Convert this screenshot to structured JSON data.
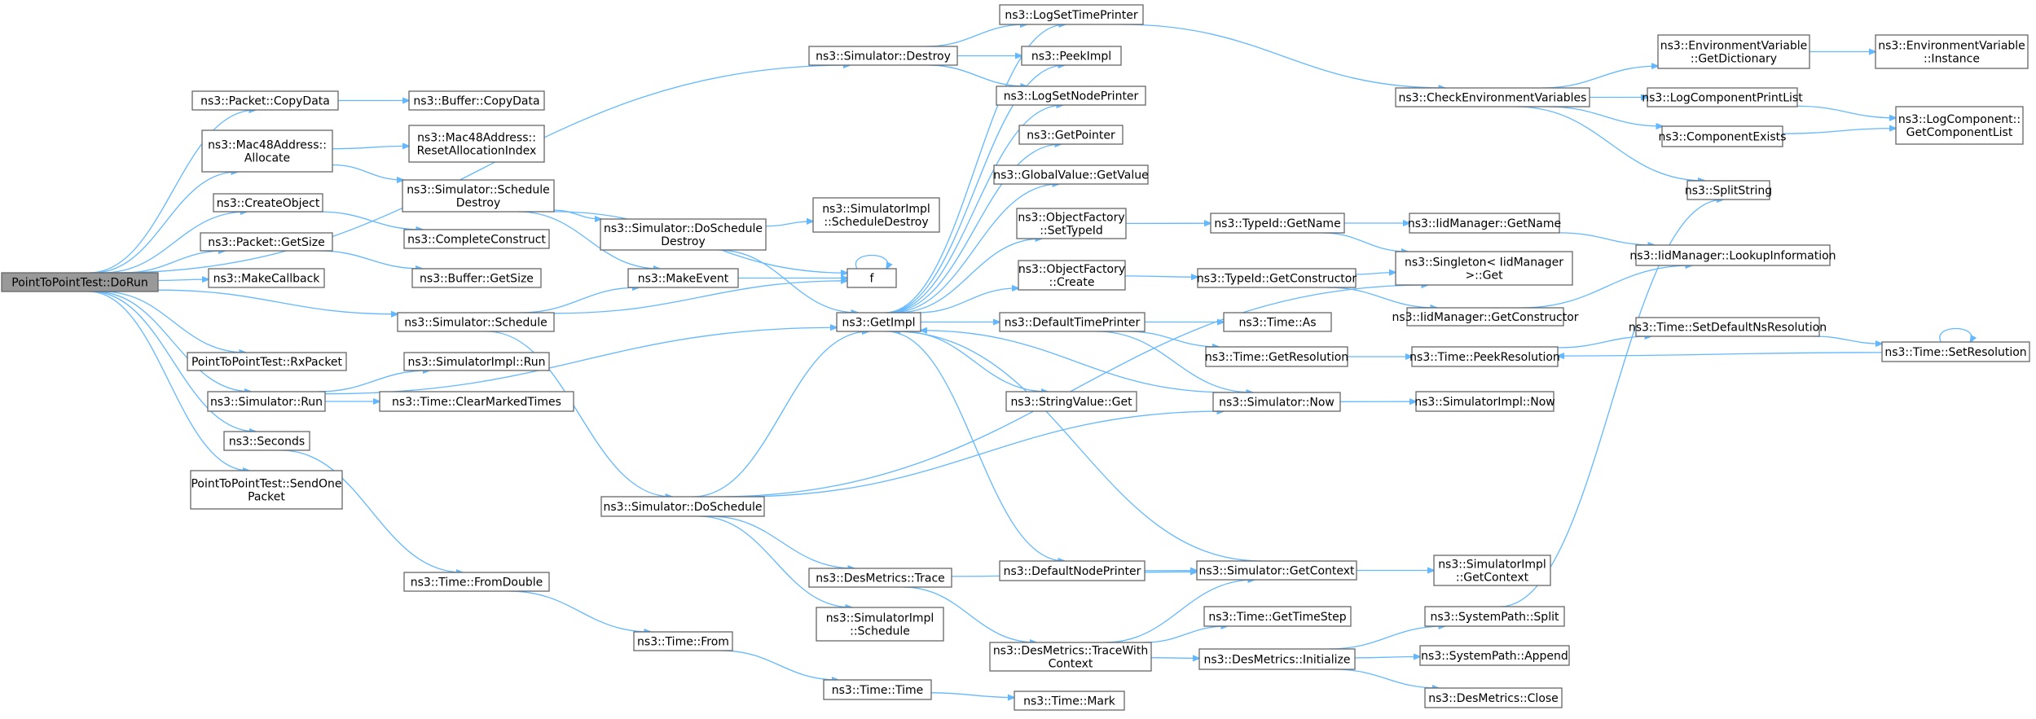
{
  "diagram": {
    "type": "call-graph",
    "colors": {
      "edge": "#63b8ff",
      "node_border": "#666666",
      "root_fill": "#999999",
      "node_fill": "#ffffff"
    },
    "nodes": [
      {
        "id": "dorun",
        "lines": [
          "PointToPointTest::DoRun"
        ],
        "root": true
      },
      {
        "id": "sim_destroy",
        "lines": [
          "ns3::Simulator::Destroy"
        ]
      },
      {
        "id": "pkt_copydata",
        "lines": [
          "ns3::Packet::CopyData"
        ]
      },
      {
        "id": "buf_copydata",
        "lines": [
          "ns3::Buffer::CopyData"
        ]
      },
      {
        "id": "mac_alloc",
        "lines": [
          "ns3::Mac48Address::",
          "Allocate"
        ]
      },
      {
        "id": "mac_reset",
        "lines": [
          "ns3::Mac48Address::",
          "ResetAllocationIndex"
        ]
      },
      {
        "id": "sim_schedule_destroy",
        "lines": [
          "ns3::Simulator::Schedule",
          "Destroy"
        ]
      },
      {
        "id": "sim_doschedule_destroy",
        "lines": [
          "ns3::Simulator::DoSchedule",
          "Destroy"
        ]
      },
      {
        "id": "simimpl_schedule_destroy",
        "lines": [
          "ns3::SimulatorImpl",
          "::ScheduleDestroy"
        ]
      },
      {
        "id": "create_object",
        "lines": [
          "ns3::CreateObject"
        ]
      },
      {
        "id": "complete_construct",
        "lines": [
          "ns3::CompleteConstruct"
        ]
      },
      {
        "id": "pkt_getsize",
        "lines": [
          "ns3::Packet::GetSize"
        ]
      },
      {
        "id": "buf_getsize",
        "lines": [
          "ns3::Buffer::GetSize"
        ]
      },
      {
        "id": "make_callback",
        "lines": [
          "ns3::MakeCallback"
        ]
      },
      {
        "id": "make_event",
        "lines": [
          "ns3::MakeEvent"
        ]
      },
      {
        "id": "f",
        "lines": [
          "f"
        ]
      },
      {
        "id": "sim_schedule",
        "lines": [
          "ns3::Simulator::Schedule"
        ]
      },
      {
        "id": "get_impl",
        "lines": [
          "ns3::GetImpl"
        ]
      },
      {
        "id": "rx_packet",
        "lines": [
          "PointToPointTest::RxPacket"
        ]
      },
      {
        "id": "simimpl_run",
        "lines": [
          "ns3::SimulatorImpl::Run"
        ]
      },
      {
        "id": "sim_run",
        "lines": [
          "ns3::Simulator::Run"
        ]
      },
      {
        "id": "time_clearmarked",
        "lines": [
          "ns3::Time::ClearMarkedTimes"
        ]
      },
      {
        "id": "seconds",
        "lines": [
          "ns3::Seconds"
        ]
      },
      {
        "id": "send_one",
        "lines": [
          "PointToPointTest::SendOne",
          "Packet"
        ]
      },
      {
        "id": "sim_doschedule",
        "lines": [
          "ns3::Simulator::DoSchedule"
        ]
      },
      {
        "id": "time_fromdouble",
        "lines": [
          "ns3::Time::FromDouble"
        ]
      },
      {
        "id": "time_from",
        "lines": [
          "ns3::Time::From"
        ]
      },
      {
        "id": "time_time",
        "lines": [
          "ns3::Time::Time"
        ]
      },
      {
        "id": "time_mark",
        "lines": [
          "ns3::Time::Mark"
        ]
      },
      {
        "id": "des_trace",
        "lines": [
          "ns3::DesMetrics::Trace"
        ]
      },
      {
        "id": "simimpl_schedule",
        "lines": [
          "ns3::SimulatorImpl",
          "::Schedule"
        ]
      },
      {
        "id": "des_tracewith",
        "lines": [
          "ns3::DesMetrics::TraceWith",
          "Context"
        ]
      },
      {
        "id": "log_settime",
        "lines": [
          "ns3::LogSetTimePrinter"
        ]
      },
      {
        "id": "peek_impl",
        "lines": [
          "ns3::PeekImpl"
        ]
      },
      {
        "id": "log_setnode",
        "lines": [
          "ns3::LogSetNodePrinter"
        ]
      },
      {
        "id": "get_pointer",
        "lines": [
          "ns3::GetPointer"
        ]
      },
      {
        "id": "gv_getvalue",
        "lines": [
          "ns3::GlobalValue::GetValue"
        ]
      },
      {
        "id": "of_settypeid",
        "lines": [
          "ns3::ObjectFactory",
          "::SetTypeId"
        ]
      },
      {
        "id": "of_create",
        "lines": [
          "ns3::ObjectFactory",
          "::Create"
        ]
      },
      {
        "id": "default_time_printer",
        "lines": [
          "ns3::DefaultTimePrinter"
        ]
      },
      {
        "id": "stringvalue_get",
        "lines": [
          "ns3::StringValue::Get"
        ]
      },
      {
        "id": "default_node_printer",
        "lines": [
          "ns3::DefaultNodePrinter"
        ]
      },
      {
        "id": "typeid_getname",
        "lines": [
          "ns3::TypeId::GetName"
        ]
      },
      {
        "id": "typeid_getctor",
        "lines": [
          "ns3::TypeId::GetConstructor"
        ]
      },
      {
        "id": "time_as",
        "lines": [
          "ns3::Time::As"
        ]
      },
      {
        "id": "time_getres",
        "lines": [
          "ns3::Time::GetResolution"
        ]
      },
      {
        "id": "sim_now",
        "lines": [
          "ns3::Simulator::Now"
        ]
      },
      {
        "id": "sim_getcontext",
        "lines": [
          "ns3::Simulator::GetContext"
        ]
      },
      {
        "id": "time_gettimestep",
        "lines": [
          "ns3::Time::GetTimeStep"
        ]
      },
      {
        "id": "des_init",
        "lines": [
          "ns3::DesMetrics::Initialize"
        ]
      },
      {
        "id": "check_env",
        "lines": [
          "ns3::CheckEnvironmentVariables"
        ]
      },
      {
        "id": "singleton_get",
        "lines": [
          "ns3::Singleton< IidManager",
          " >::Get"
        ]
      },
      {
        "id": "iid_getname",
        "lines": [
          "ns3::IidManager::GetName"
        ]
      },
      {
        "id": "iid_getctor",
        "lines": [
          "ns3::IidManager::GetConstructor"
        ]
      },
      {
        "id": "time_peekres",
        "lines": [
          "ns3::Time::PeekResolution"
        ]
      },
      {
        "id": "simimpl_now",
        "lines": [
          "ns3::SimulatorImpl::Now"
        ]
      },
      {
        "id": "simimpl_getcontext",
        "lines": [
          "ns3::SimulatorImpl",
          "::GetContext"
        ]
      },
      {
        "id": "syspath_split",
        "lines": [
          "ns3::SystemPath::Split"
        ]
      },
      {
        "id": "syspath_append",
        "lines": [
          "ns3::SystemPath::Append"
        ]
      },
      {
        "id": "des_close",
        "lines": [
          "ns3::DesMetrics::Close"
        ]
      },
      {
        "id": "env_getdict",
        "lines": [
          "ns3::EnvironmentVariable",
          "::GetDictionary"
        ]
      },
      {
        "id": "env_instance",
        "lines": [
          "ns3::EnvironmentVariable",
          "::Instance"
        ]
      },
      {
        "id": "log_printlist",
        "lines": [
          "ns3::LogComponentPrintList"
        ]
      },
      {
        "id": "comp_exists",
        "lines": [
          "ns3::ComponentExists"
        ]
      },
      {
        "id": "log_getlist",
        "lines": [
          "ns3::LogComponent::",
          "GetComponentList"
        ]
      },
      {
        "id": "split_string",
        "lines": [
          "ns3::SplitString"
        ]
      },
      {
        "id": "iid_lookup",
        "lines": [
          "ns3::IidManager::LookupInformation"
        ]
      },
      {
        "id": "time_setdefault",
        "lines": [
          "ns3::Time::SetDefaultNsResolution"
        ]
      },
      {
        "id": "time_setres",
        "lines": [
          "ns3::Time::SetResolution"
        ]
      }
    ],
    "edges": [
      [
        "dorun",
        "sim_destroy"
      ],
      [
        "dorun",
        "pkt_copydata"
      ],
      [
        "dorun",
        "mac_alloc"
      ],
      [
        "dorun",
        "create_object"
      ],
      [
        "dorun",
        "pkt_getsize"
      ],
      [
        "dorun",
        "make_callback"
      ],
      [
        "dorun",
        "sim_schedule"
      ],
      [
        "dorun",
        "rx_packet"
      ],
      [
        "dorun",
        "sim_run"
      ],
      [
        "dorun",
        "seconds"
      ],
      [
        "dorun",
        "send_one"
      ],
      [
        "pkt_copydata",
        "buf_copydata"
      ],
      [
        "mac_alloc",
        "mac_reset"
      ],
      [
        "mac_alloc",
        "sim_schedule_destroy"
      ],
      [
        "create_object",
        "complete_construct"
      ],
      [
        "pkt_getsize",
        "buf_getsize"
      ],
      [
        "sim_destroy",
        "log_settime"
      ],
      [
        "sim_destroy",
        "peek_impl"
      ],
      [
        "sim_destroy",
        "log_setnode"
      ],
      [
        "sim_schedule_destroy",
        "sim_doschedule_destroy"
      ],
      [
        "sim_schedule_destroy",
        "make_event"
      ],
      [
        "sim_schedule_destroy",
        "f"
      ],
      [
        "sim_doschedule_destroy",
        "simimpl_schedule_destroy"
      ],
      [
        "sim_doschedule_destroy",
        "get_impl"
      ],
      [
        "make_event",
        "f"
      ],
      [
        "f",
        "f"
      ],
      [
        "sim_schedule",
        "make_event"
      ],
      [
        "sim_schedule",
        "f"
      ],
      [
        "sim_schedule",
        "sim_doschedule"
      ],
      [
        "sim_run",
        "simimpl_run"
      ],
      [
        "sim_run",
        "time_clearmarked"
      ],
      [
        "sim_run",
        "get_impl"
      ],
      [
        "seconds",
        "time_fromdouble"
      ],
      [
        "time_fromdouble",
        "time_from"
      ],
      [
        "time_from",
        "time_time"
      ],
      [
        "time_time",
        "time_mark"
      ],
      [
        "sim_doschedule",
        "get_impl"
      ],
      [
        "sim_doschedule",
        "des_trace"
      ],
      [
        "sim_doschedule",
        "simimpl_schedule"
      ],
      [
        "sim_doschedule",
        "sim_now"
      ],
      [
        "sim_doschedule",
        "singleton_get"
      ],
      [
        "des_trace",
        "des_tracewith"
      ],
      [
        "des_trace",
        "sim_getcontext"
      ],
      [
        "des_tracewith",
        "sim_getcontext"
      ],
      [
        "des_tracewith",
        "time_gettimestep"
      ],
      [
        "des_tracewith",
        "des_init"
      ],
      [
        "get_impl",
        "log_settime"
      ],
      [
        "get_impl",
        "peek_impl"
      ],
      [
        "get_impl",
        "log_setnode"
      ],
      [
        "get_impl",
        "get_pointer"
      ],
      [
        "get_impl",
        "gv_getvalue"
      ],
      [
        "get_impl",
        "of_settypeid"
      ],
      [
        "get_impl",
        "of_create"
      ],
      [
        "get_impl",
        "default_time_printer"
      ],
      [
        "get_impl",
        "stringvalue_get"
      ],
      [
        "get_impl",
        "default_node_printer"
      ],
      [
        "log_settime",
        "check_env"
      ],
      [
        "of_settypeid",
        "typeid_getname"
      ],
      [
        "of_create",
        "typeid_getctor"
      ],
      [
        "default_time_printer",
        "time_as"
      ],
      [
        "default_time_printer",
        "time_getres"
      ],
      [
        "default_time_printer",
        "sim_now"
      ],
      [
        "default_node_printer",
        "sim_getcontext"
      ],
      [
        "sim_now",
        "get_impl"
      ],
      [
        "sim_now",
        "simimpl_now"
      ],
      [
        "sim_getcontext",
        "get_impl"
      ],
      [
        "sim_getcontext",
        "simimpl_getcontext"
      ],
      [
        "typeid_getname",
        "singleton_get"
      ],
      [
        "typeid_getname",
        "iid_getname"
      ],
      [
        "typeid_getctor",
        "singleton_get"
      ],
      [
        "typeid_getctor",
        "iid_getctor"
      ],
      [
        "time_getres",
        "time_peekres"
      ],
      [
        "des_init",
        "syspath_split"
      ],
      [
        "des_init",
        "syspath_append"
      ],
      [
        "des_init",
        "des_close"
      ],
      [
        "check_env",
        "env_getdict"
      ],
      [
        "check_env",
        "log_printlist"
      ],
      [
        "check_env",
        "comp_exists"
      ],
      [
        "check_env",
        "split_string"
      ],
      [
        "env_getdict",
        "env_instance"
      ],
      [
        "log_printlist",
        "log_getlist"
      ],
      [
        "comp_exists",
        "log_getlist"
      ],
      [
        "iid_getname",
        "iid_lookup"
      ],
      [
        "iid_getctor",
        "iid_lookup"
      ],
      [
        "time_peekres",
        "time_setdefault"
      ],
      [
        "time_setdefault",
        "time_setres"
      ],
      [
        "time_setres",
        "time_setres"
      ],
      [
        "time_setres",
        "time_peekres"
      ],
      [
        "syspath_split",
        "split_string"
      ]
    ]
  }
}
